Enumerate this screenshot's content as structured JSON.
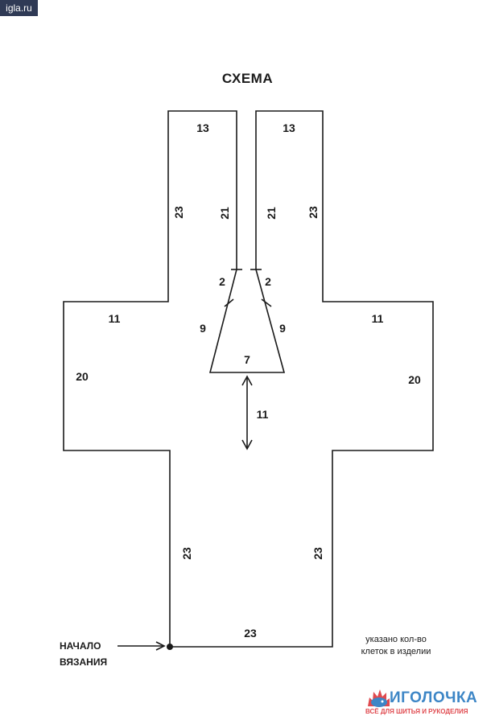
{
  "site_badge": "igla.ru",
  "title": "СХЕМА",
  "dims": {
    "left_strap_top": "13",
    "right_strap_top": "13",
    "left_strap_outer": "23",
    "left_strap_inner": "21",
    "right_strap_inner": "21",
    "right_strap_outer": "23",
    "left_neck_short": "2",
    "right_neck_short": "2",
    "left_neck_slope": "9",
    "right_neck_slope": "9",
    "neck_bottom": "7",
    "center_depth": "11",
    "left_sleeve_top": "11",
    "right_sleeve_top": "11",
    "left_sleeve_side": "20",
    "right_sleeve_side": "20",
    "body_left": "23",
    "body_right": "23",
    "body_bottom": "23"
  },
  "start_label_line1": "НАЧАЛО",
  "start_label_line2": "ВЯЗАНИЯ",
  "note_line1": "указано кол-во",
  "note_line2": "клеток в изделии",
  "logo": {
    "word": "ИГОЛОЧКА",
    "slogan": "ВСЁ ДЛЯ ШИТЬЯ И РУКОДЕЛИЯ",
    "blue": "#3d86c6",
    "red": "#e04a4f"
  }
}
